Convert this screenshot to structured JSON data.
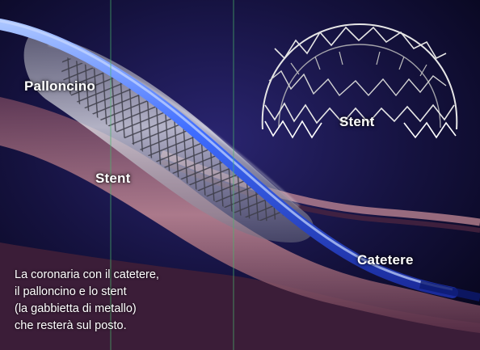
{
  "labels": {
    "balloon": "Palloncino",
    "stent_main": "Stent",
    "stent_inset": "Stent",
    "catheter": "Catetere"
  },
  "caption": {
    "lines": [
      "La coronaria con il catetere,",
      "il palloncino e lo stent",
      "(la gabbietta di metallo)",
      "che resterà sul posto."
    ]
  },
  "colors": {
    "background_dark": "#0b0a2a",
    "background_mid": "#1d1a55",
    "vessel_wall": "#b07585",
    "catheter_blue": "#3a6cff",
    "balloon_silver": "#c8c8c8",
    "stent_wire": "#e6e6e6"
  },
  "icons": {
    "stent_inset": "stent-mesh-icon"
  }
}
